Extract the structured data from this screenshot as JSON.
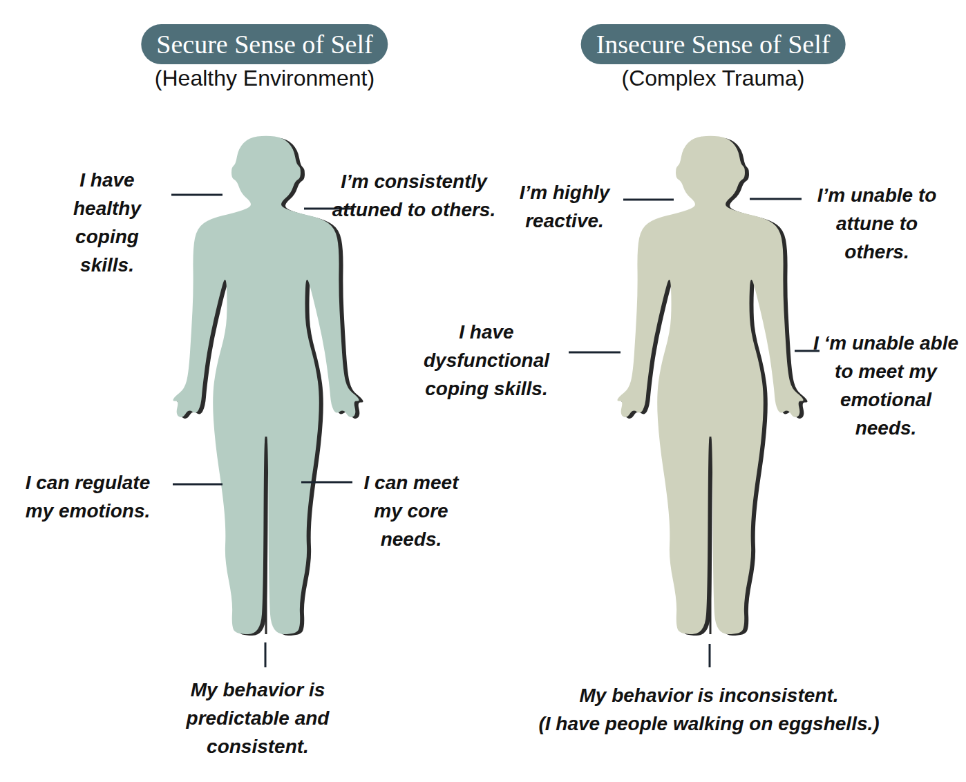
{
  "diagram": {
    "nodes": [
      {
        "text": [
          "Secure Sense of Self",
          "(Healthy Environment)"
        ]
      },
      {
        "text": [
          "Insecure Sense of Self",
          "(Complex Trauma)"
        ]
      }
    ],
    "labels": [
      "I have healthy coping skills.",
      "I’m consistently attuned to others.",
      "I can regulate my emotions.",
      "I can meet my core needs.",
      "My behavior is predictable and consistent.",
      "I’m highly reactive.",
      "I’m unable to attune to others.",
      "I have dysfunctional coping skills.",
      "I ‘m unable able to meet my emotional needs.",
      "My behavior is inconsistent.",
      "(I have people walking on eggshells.)"
    ]
  }
}
